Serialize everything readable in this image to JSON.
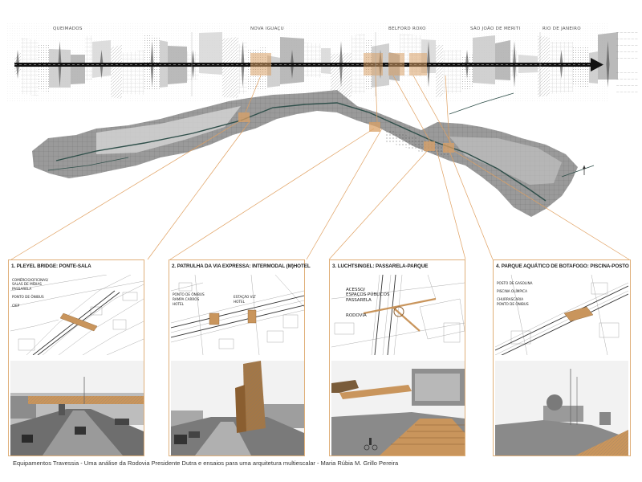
{
  "strip": {
    "cities": [
      "QUEIMADOS",
      "NOVA IGUAÇU",
      "BELFORD ROXO",
      "SÃO JOÃO DE MERITI",
      "RIO DE JANEIRO"
    ]
  },
  "panels": [
    {
      "title": "1. PLEYEL BRIDGE: PONTE-SALA",
      "labels": [
        "COMÉRCIO/OFICINAS/",
        "SALAS DE MÍDIAS",
        "PASSARELA",
        "PONTO DE ÔNIBUS",
        "CIEP"
      ]
    },
    {
      "title": "2. PATRULHA DA VIA EXPRESSA: INTERMODAL (M)HOTEL",
      "labels": [
        "PONTO DE ÔNIBUS",
        "RAMPA CARROS",
        "HOTEL",
        "ESTAÇÃO VLT",
        "HOTEL"
      ]
    },
    {
      "title": "3. LUCHTSINGEL: PASSARELA-PARQUE",
      "labels": [
        "ACESSO/",
        "ESPAÇOS PÚBLICOS",
        "PASSARELA",
        "RODOVIA"
      ]
    },
    {
      "title": "4. PARQUE AQUÁTICO DE BOTAFOGO: PISCINA-POSTO",
      "labels": [
        "POSTO DE GASOLINA",
        "PISCINA OLÍMPICA",
        "CHURRASCARIA",
        "PONTO DE ÔNIBUS"
      ]
    }
  ],
  "caption": "Equipamentos Travessia - Uma análise da Rodovia Presidente Dutra e ensaios para uma arquitetura multiescalar - Maria Rúbia M. Grillo Pereira",
  "colors": {
    "accent": "#d9a066",
    "wood": "#c9955c",
    "road": "#111111",
    "map_gray": "#8a8a8a"
  }
}
